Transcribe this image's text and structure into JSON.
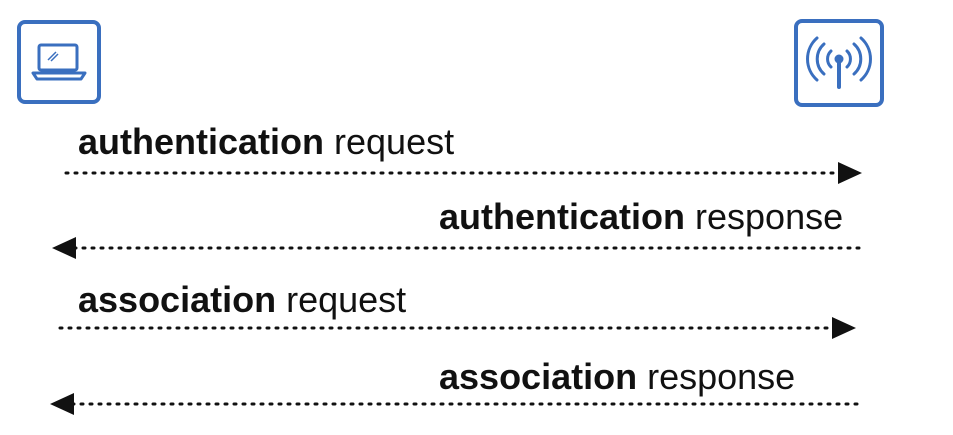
{
  "devices": {
    "client": {
      "icon": "laptop-icon"
    },
    "access_point": {
      "icon": "wireless-antenna-icon"
    }
  },
  "colors": {
    "icon_accent": "#3a6fbf",
    "text": "#111111",
    "arrow": "#111111"
  },
  "messages": [
    {
      "bold": "authentication",
      "rest": " request",
      "direction": "right"
    },
    {
      "bold": "authentication",
      "rest": " response",
      "direction": "left"
    },
    {
      "bold": "association",
      "rest": " request",
      "direction": "right"
    },
    {
      "bold": "association",
      "rest": " response",
      "direction": "left"
    }
  ]
}
